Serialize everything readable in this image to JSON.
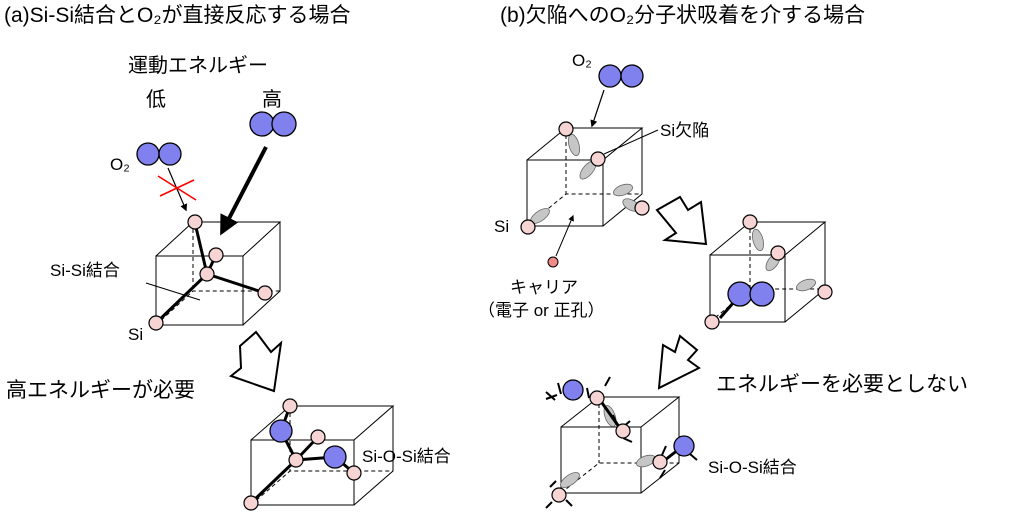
{
  "panel_a": {
    "title": "(a)Si-Si結合とO₂が直接反応する場合",
    "kinetic_energy_label": "運動エネルギー",
    "low_label": "低",
    "high_label": "高",
    "o2_label": "O₂",
    "sisi_bond_label": "Si-Si結合",
    "si_label": "Si",
    "high_energy_needed": "高エネルギーが必要",
    "result_label": "Si-O-Si結合"
  },
  "panel_b": {
    "title": "(b)欠陥へのO₂分子状吸着を介する場合",
    "o2_label": "O₂",
    "defect_label": "Si欠陥",
    "si_label": "Si",
    "carrier_label": "キャリア",
    "carrier_sub": "（電子 or 正孔）",
    "no_energy_needed": "エネルギーを必要としない",
    "result_label": "Si-O-Si結合"
  },
  "colors": {
    "oxygen": "#8080ee",
    "silicon": "#f6d4d4",
    "orbital": "#c6c6c6",
    "carrier": "#ef8a8a",
    "cross": "#ff0000"
  }
}
